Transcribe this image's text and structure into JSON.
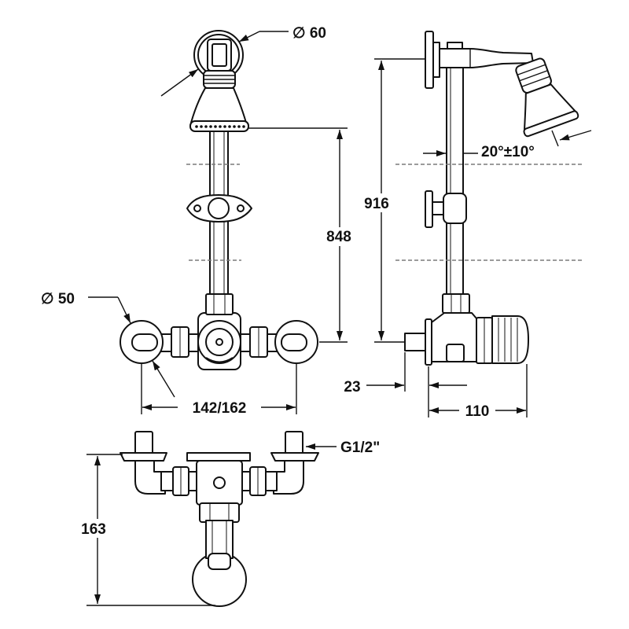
{
  "dimensions": {
    "head_diameter": "∅ 60",
    "height_shower_head": "848",
    "overall_height": "916",
    "head_tilt": "20°±10°",
    "eccentric_diameter": "∅ 50",
    "inlet_centers": "142/162",
    "wall_offset": "23",
    "projection": "110",
    "inlet_thread": "G1/2\"",
    "depth": "163"
  },
  "colors": {
    "line": "#111111",
    "hidden_line": "#7a7a7a",
    "background": "#ffffff"
  }
}
